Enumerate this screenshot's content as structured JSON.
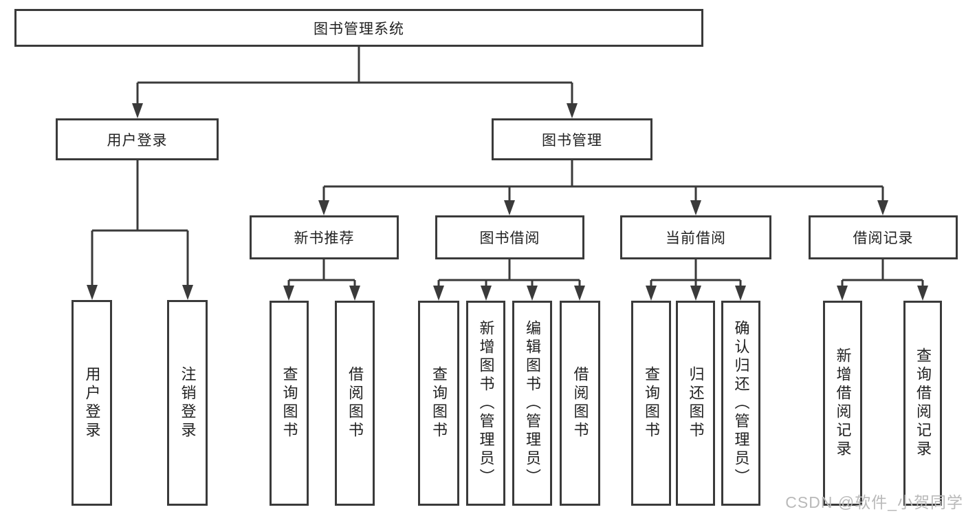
{
  "diagram": {
    "title": "图书管理系统",
    "colors": {
      "line": "#3a3a3a",
      "box_border": "#3a3a3a",
      "text": "#222222",
      "watermark": "#b9b9b9",
      "background": "#ffffff"
    },
    "nodes": {
      "root": "图书管理系统",
      "user_login_module": "用户登录",
      "book_management_module": "图书管理",
      "login": "用户登录",
      "logout": "注销登录",
      "new_book_recommend": "新书推荐",
      "book_borrow": "图书借阅",
      "current_borrow": "当前借阅",
      "borrow_records": "借阅记录",
      "nb_query_book": "查询图书",
      "nb_borrow_book": "借阅图书",
      "bb_query_book": "查询图书",
      "bb_add_book": "新增图书（管理员）",
      "bb_edit_book": "编辑图书（管理员）",
      "bb_borrow_book": "借阅图书",
      "cb_query_book": "查询图书",
      "cb_return_book": "归还图书",
      "cb_confirm_return": "确认归还（管理员）",
      "br_add_record": "新增借阅记录",
      "br_query_record": "查询借阅记录"
    },
    "watermark": "CSDN @软件_小贺同学"
  }
}
